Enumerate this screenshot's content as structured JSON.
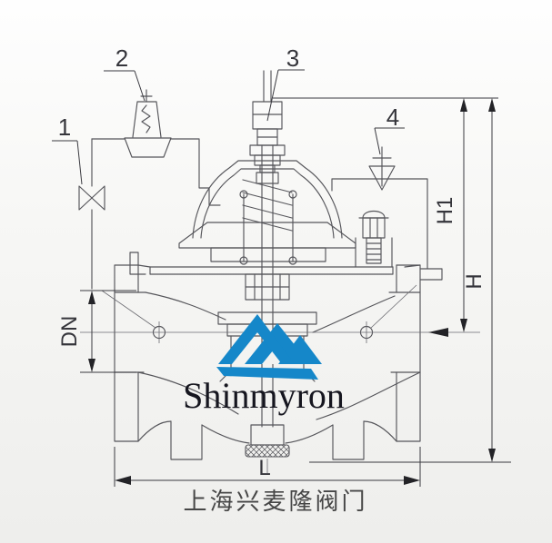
{
  "drawing": {
    "part_labels": [
      "1",
      "2",
      "3",
      "4"
    ],
    "dimensions": {
      "dn": "DN",
      "l": "L",
      "h": "H",
      "h1": "H1"
    },
    "icons": {
      "needle_valve": "bowtie-valve-symbol",
      "pilot_valve": "spring-pilot-symbol",
      "exhaust_funnel": "open-triangle-funnel-symbol"
    }
  },
  "watermark": {
    "brand": "Shinmyron",
    "company": "上海兴麦隆阀门"
  },
  "colors": {
    "line": "#55555a",
    "dimension": "#3a3a40",
    "logo_blue": "#1587c9",
    "brand_text": "#16161f",
    "background_top": "#fefefe",
    "background_bottom": "#eeeeec"
  }
}
